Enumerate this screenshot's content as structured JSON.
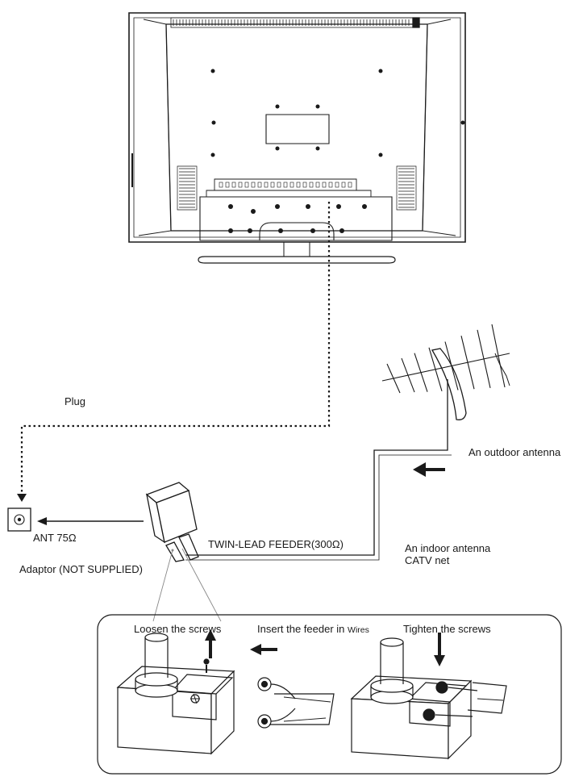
{
  "labels": {
    "plug": "Plug",
    "outdoor_antenna": "An outdoor antenna",
    "ant": "ANT 75Ω",
    "feeder": "TWIN-LEAD FEEDER(300Ω)",
    "indoor_antenna": "An indoor antenna",
    "catv": "CATV net",
    "adaptor": "Adaptor  (NOT SUPPLIED)"
  },
  "steps": {
    "loosen": "Loosen the screws",
    "insert": "Insert the feeder in",
    "wires": "Wires",
    "tighten": "Tighten the screws"
  },
  "colors": {
    "line": "#1a1a1a",
    "fill": "#ffffff",
    "light": "#888888"
  }
}
